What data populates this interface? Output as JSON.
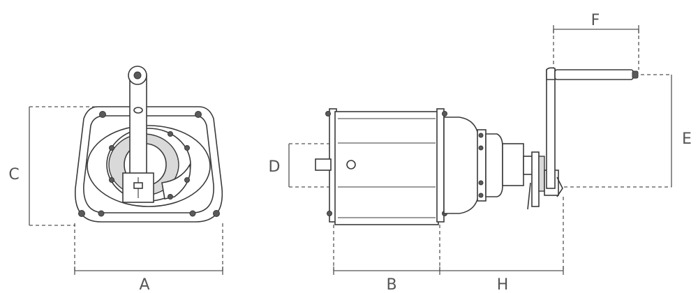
{
  "labels": {
    "A": "A",
    "B": "B",
    "C": "C",
    "D": "D",
    "E": "E",
    "F": "F",
    "H": "H"
  },
  "colors": {
    "line": "#3a3a3a",
    "dimension": "#555555",
    "background": "#ffffff"
  }
}
